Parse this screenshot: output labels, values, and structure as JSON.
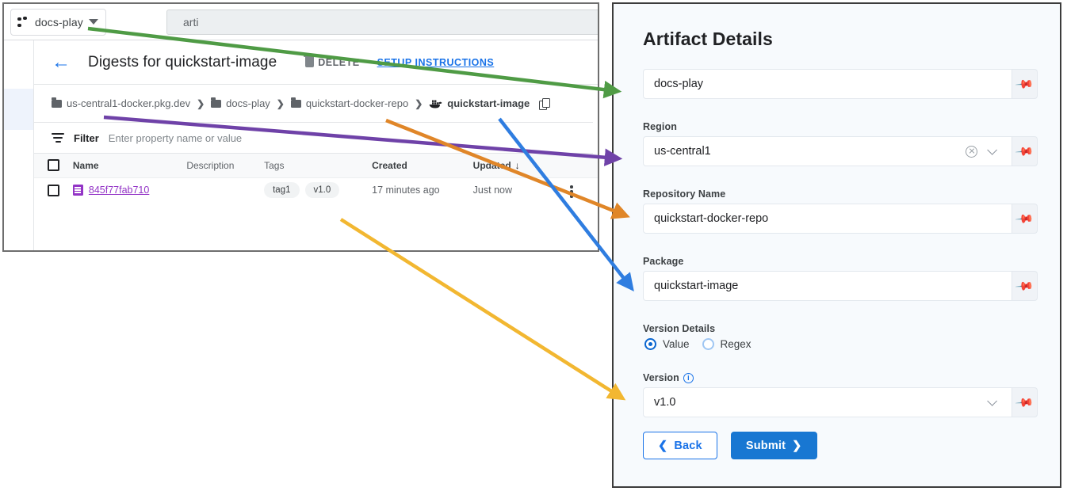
{
  "console": {
    "project_selector": {
      "label": "docs-play",
      "icon": "project-dots-icon"
    },
    "search": {
      "value": "arti"
    },
    "page_title": "Digests for quickstart-image",
    "back_icon": "back-arrow-icon",
    "actions": {
      "delete_label": "DELETE",
      "setup_label": "SETUP INSTRUCTIONS"
    },
    "breadcrumb": [
      {
        "label": "us-central1-docker.pkg.dev",
        "icon": "folder-icon"
      },
      {
        "label": "docs-play",
        "icon": "folder-icon"
      },
      {
        "label": "quickstart-docker-repo",
        "icon": "folder-icon"
      },
      {
        "label": "quickstart-image",
        "icon": "docker-whale-icon"
      }
    ],
    "breadcrumb_copy_icon": "copy-icon",
    "filter": {
      "label": "Filter",
      "placeholder": "Enter property name or value",
      "icon": "filter-icon"
    },
    "table": {
      "columns": [
        "Name",
        "Description",
        "Tags",
        "Created",
        "Updated"
      ],
      "sorted_column": "Updated",
      "sort_arrow": "↓",
      "rows": [
        {
          "name": "845f77fab710",
          "description": "",
          "tags": [
            "tag1",
            "v1.0"
          ],
          "created": "17 minutes ago",
          "updated": "Just now"
        }
      ]
    }
  },
  "form": {
    "title": "Artifact Details",
    "project": {
      "value": "docs-play"
    },
    "region": {
      "label": "Region",
      "value": "us-central1"
    },
    "repository": {
      "label": "Repository Name",
      "value": "quickstart-docker-repo"
    },
    "package": {
      "label": "Package",
      "value": "quickstart-image"
    },
    "version_details": {
      "label": "Version Details",
      "options": [
        {
          "label": "Value",
          "selected": true
        },
        {
          "label": "Regex",
          "selected": false
        }
      ]
    },
    "version": {
      "label": "Version",
      "value": "v1.0"
    },
    "buttons": {
      "back": "Back",
      "submit": "Submit"
    }
  },
  "annotations": {
    "arrows": [
      {
        "name": "arrow-project-to-docs-play",
        "color": "#4f9b45"
      },
      {
        "name": "arrow-breadcrumb-to-region",
        "color": "#6f42a8"
      },
      {
        "name": "arrow-repo-to-repository-name",
        "color": "#e08628"
      },
      {
        "name": "arrow-image-to-package",
        "color": "#2f7de0"
      },
      {
        "name": "arrow-tag-to-version",
        "color": "#f2b731"
      }
    ]
  }
}
